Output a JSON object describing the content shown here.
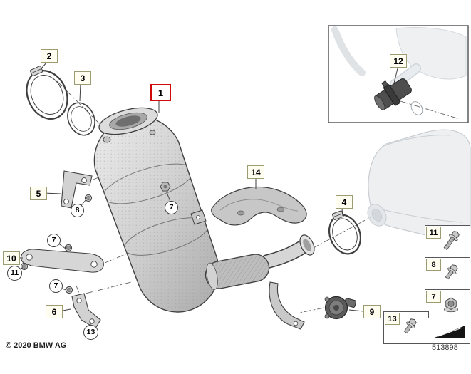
{
  "meta": {
    "copyright": "© 2020 BMW AG",
    "diagram_number": "513898"
  },
  "colors": {
    "highlight_red": "#cf0a0a",
    "line": "#3f3f3f",
    "label_border": "#9c9c74",
    "label_bg": "#fffdf0",
    "ghost_fill": "#edeff1"
  },
  "callouts": {
    "c1": "1",
    "c2": "2",
    "c3": "3",
    "c4": "4",
    "c5": "5",
    "c6": "6",
    "c7a": "7",
    "c7b": "7",
    "c7c": "7",
    "c8": "8",
    "c9": "9",
    "c10": "10",
    "c11": "11",
    "c12": "12",
    "c13": "13",
    "c14": "14"
  },
  "legend": {
    "items": [
      {
        "label": "11",
        "icon": "long-bolt-icon"
      },
      {
        "label": "8",
        "icon": "flange-bolt-icon"
      },
      {
        "label": "7",
        "icon": "flange-nut-icon"
      }
    ],
    "extra_item": {
      "label": "13",
      "icon": "flange-bolt-icon"
    },
    "direction": {
      "icon": "direction-arrow-icon"
    }
  }
}
